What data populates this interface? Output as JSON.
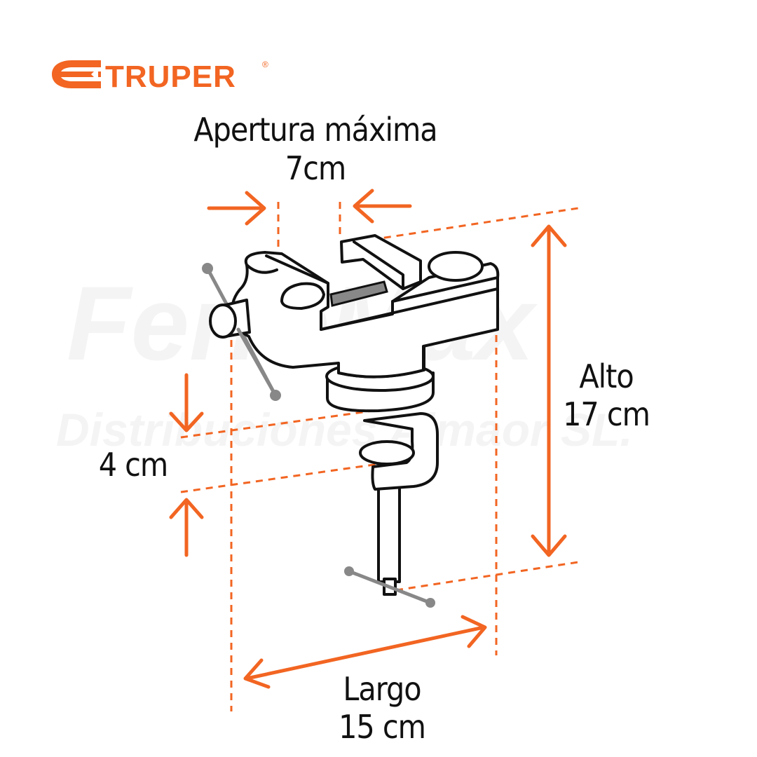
{
  "brand": {
    "name": "TRUPER",
    "trademark": "®",
    "color": "#f26522"
  },
  "watermark": {
    "line1": "FerreMax",
    "line2": "Distribuciones Almaor SL."
  },
  "dimensions": {
    "opening": {
      "label": "Apertura máxima",
      "value": "7cm"
    },
    "clamp": {
      "value": "4 cm"
    },
    "height": {
      "label": "Alto",
      "value": "17 cm"
    },
    "length": {
      "label": "Largo",
      "value": "15 cm"
    }
  },
  "colors": {
    "accent": "#f26522",
    "outline": "#111111",
    "handle": "#888888"
  }
}
